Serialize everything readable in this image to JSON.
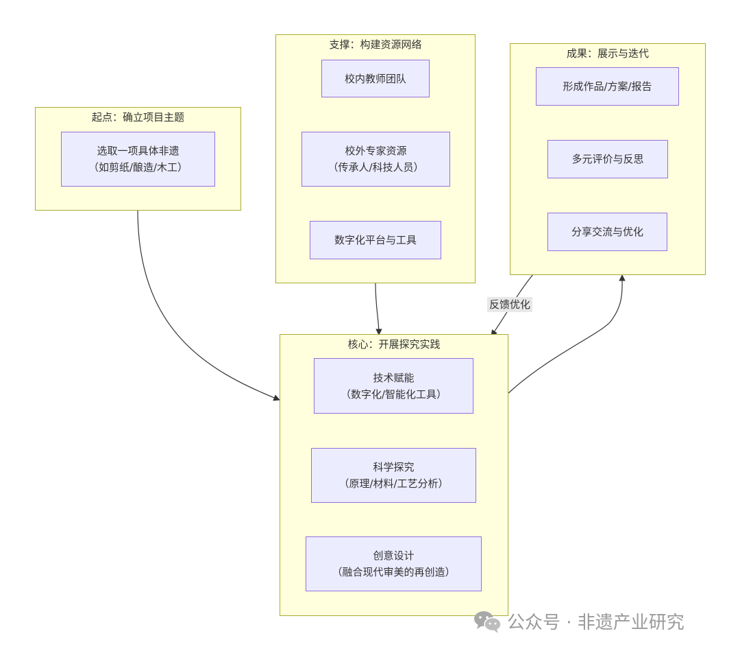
{
  "colors": {
    "cluster_fill": "#ffffde",
    "cluster_border": "#aaaa33",
    "node_fill": "#ececff",
    "node_border": "#9370db",
    "edge": "#333333",
    "label_bg": "#e8e8e8"
  },
  "clusters": {
    "start": {
      "title": "起点：确立项目主题",
      "nodes": [
        {
          "line1": "选取一项具体非遗",
          "line2": "（如剪纸/酿造/木工）"
        }
      ]
    },
    "support": {
      "title": "支撑：构建资源网络",
      "nodes": [
        {
          "line1": "校内教师团队"
        },
        {
          "line1": "校外专家资源",
          "line2": "（传承人/科技人员）"
        },
        {
          "line1": "数字化平台与工具"
        }
      ]
    },
    "result": {
      "title": "成果：展示与迭代",
      "nodes": [
        {
          "line1": "形成作品/方案/报告"
        },
        {
          "line1": "多元评价与反思"
        },
        {
          "line1": "分享交流与优化"
        }
      ]
    },
    "core": {
      "title": "核心：开展探究实践",
      "nodes": [
        {
          "line1": "技术赋能",
          "line2": "（数字化/智能化工具）"
        },
        {
          "line1": "科学探究",
          "line2": "（原理/材料/工艺分析）"
        },
        {
          "line1": "创意设计",
          "line2": "（融合现代审美的再创造）"
        }
      ]
    }
  },
  "edges": [
    {
      "from": "start",
      "to": "core"
    },
    {
      "from": "support",
      "to": "core"
    },
    {
      "from": "result",
      "to": "core",
      "label": "反馈优化"
    },
    {
      "from": "core",
      "to": "result"
    }
  ],
  "watermark": {
    "icon": "wechat-icon",
    "text": "公众号 · 非遗产业研究"
  }
}
